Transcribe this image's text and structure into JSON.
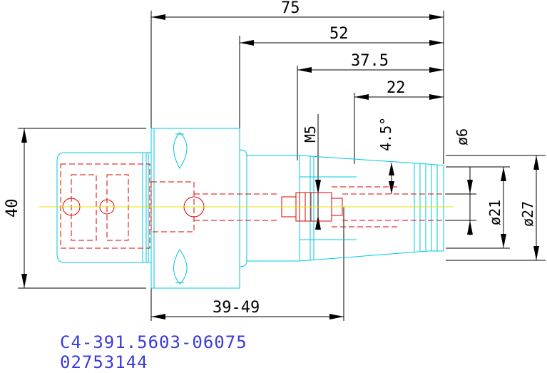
{
  "dimensions": {
    "overall_length": "75",
    "length_52": "52",
    "length_37_5": "37.5",
    "length_22": "22",
    "height_40": "40",
    "thread": "M5",
    "angle": "4.5°",
    "dia_6": "ø6",
    "dia_21": "ø21",
    "dia_27": "ø27",
    "adjust_range": "39-49"
  },
  "part": {
    "code": "C4-391.5603-06075",
    "number": "02753144"
  },
  "colors": {
    "dimension": "#000000",
    "outline": "#00c8e0",
    "hidden": "#e00000",
    "centerline": "#e8e000",
    "text": "#3a3ad8"
  }
}
